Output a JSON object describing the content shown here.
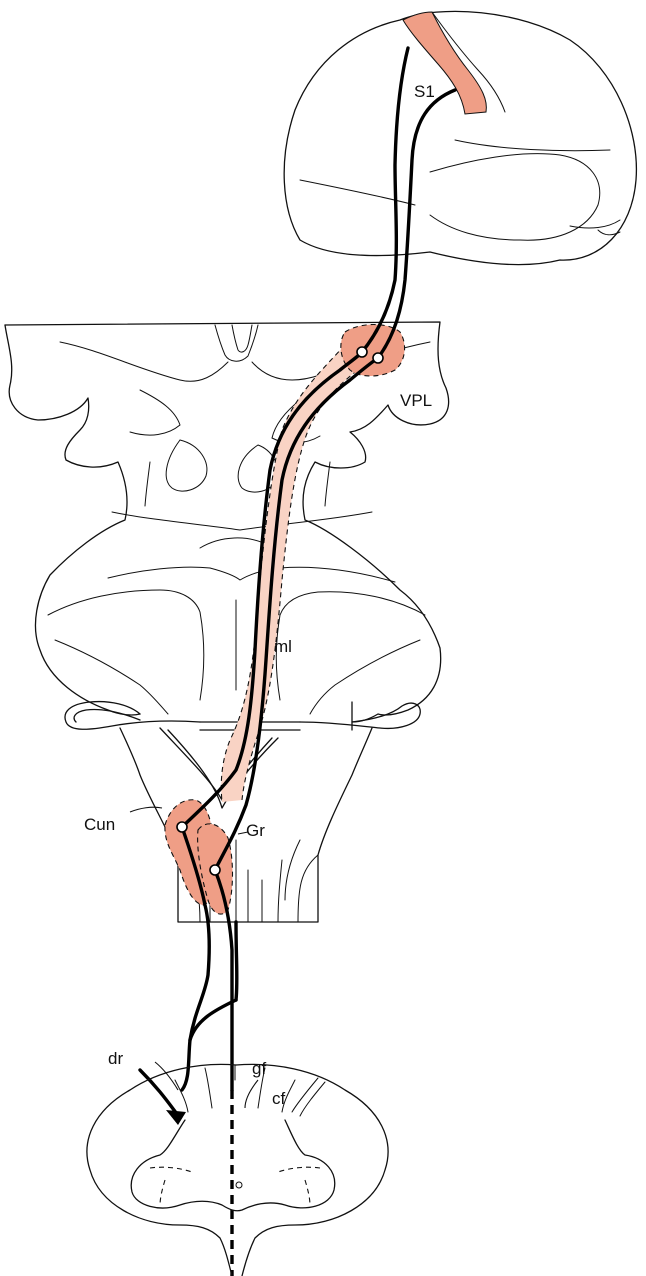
{
  "colors": {
    "background": "#ffffff",
    "line": "#111111",
    "nucleus_fill": "#ef9e86",
    "tract_fill": "#f9d3c4"
  },
  "labels": {
    "s1": "S1",
    "vpl": "VPL",
    "ml": "ml",
    "cun": "Cun",
    "gr": "Gr",
    "dr": "dr",
    "gf": "gf",
    "cf": "cf"
  }
}
